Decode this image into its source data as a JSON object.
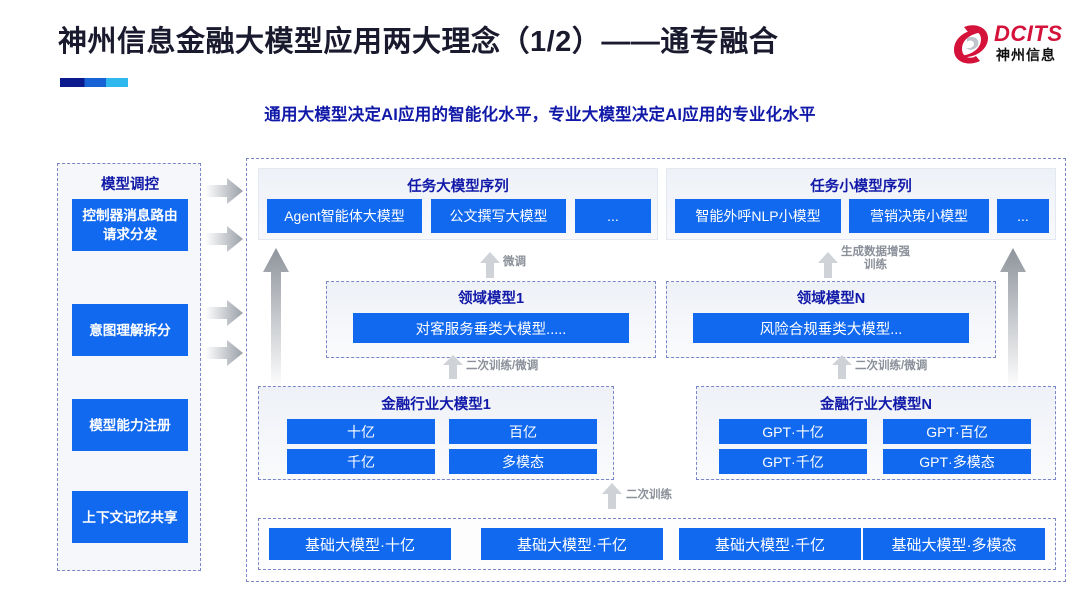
{
  "header": {
    "title": "神州信息金融大模型应用两大理念（1/2）——通专融合",
    "subtitle": "通用大模型决定AI应用的智能化水平，专业大模型决定AI应用的专业化水平",
    "logo": {
      "brand": "DCITS",
      "brand_cn": "神州信息",
      "mark": "swirl-logo-icon"
    },
    "accent_colors": {
      "title": "#1a1a2e",
      "subtitle": "#1119a8",
      "chip_blue": "#1169ef",
      "dashed_border": "#7b86c9",
      "logo_red": "#d4123a",
      "arrow_gray": "#9aa0a8"
    }
  },
  "sidebar": {
    "title": "模型调控",
    "items": [
      {
        "label": "控制器消息路由请求分发"
      },
      {
        "label": "意图理解拆分"
      },
      {
        "label": "模型能力注册"
      },
      {
        "label": "上下文记忆共享"
      }
    ]
  },
  "main": {
    "task_sequences": [
      {
        "title": "任务大模型序列",
        "chips": [
          "Agent智能体大模型",
          "公文撰写大模型",
          "..."
        ]
      },
      {
        "title": "任务小模型序列",
        "chips": [
          "智能外呼NLP小模型",
          "营销决策小模型",
          "..."
        ]
      }
    ],
    "domain_models": [
      {
        "title": "领域模型1",
        "chip": "对客服务垂类大模型....."
      },
      {
        "title": "领域模型N",
        "chip": "风险合规垂类大模型..."
      }
    ],
    "industry_models": [
      {
        "title": "金融行业大模型1",
        "chips": [
          "十亿",
          "百亿",
          "千亿",
          "多模态"
        ]
      },
      {
        "title": "金融行业大模型N",
        "chips": [
          "GPT·十亿",
          "GPT·百亿",
          "GPT·千亿",
          "GPT·多模态"
        ]
      }
    ],
    "base_models": [
      "基础大模型·十亿",
      "基础大模型·千亿",
      "基础大模型·千亿",
      "基础大模型·多模态"
    ],
    "annotations": {
      "fine_tune_left": "微调",
      "data_aug_right": "生成数据增强\n训练",
      "retrain_left": "二次训练/微调",
      "retrain_right": "二次训练/微调",
      "retrain_base": "二次训练"
    }
  }
}
